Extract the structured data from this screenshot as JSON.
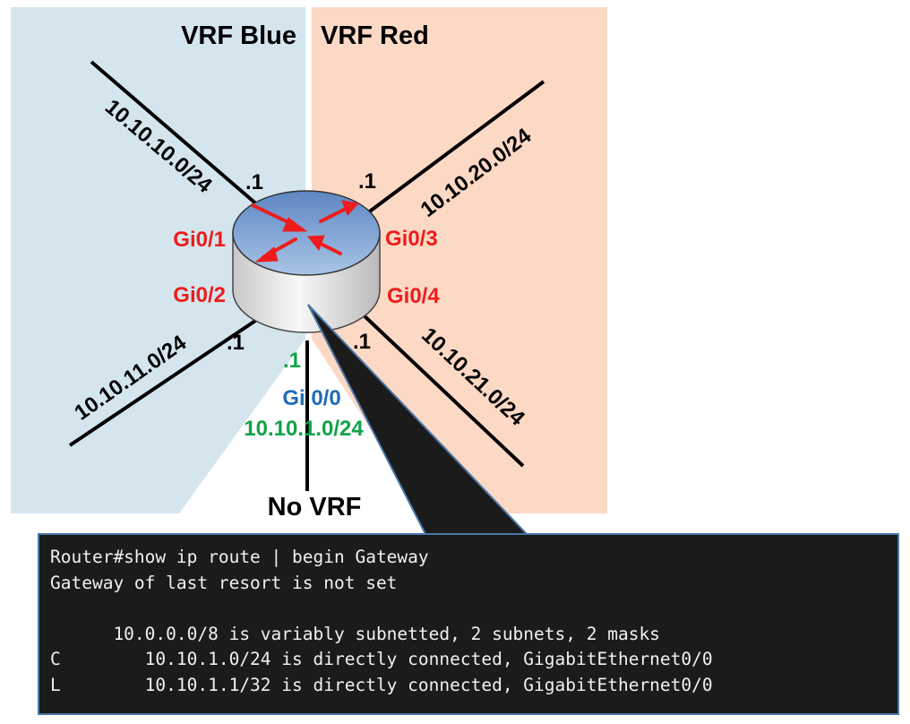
{
  "zones": {
    "blue": {
      "title": "VRF Blue",
      "color": "#d5e5ee"
    },
    "red": {
      "title": "VRF Red",
      "color": "#fcd9c4"
    },
    "none": {
      "title": "No VRF"
    }
  },
  "router": {
    "name": "router-icon",
    "top_color": "#7aa2d4",
    "body_color": "#e6e6e6"
  },
  "links": {
    "gi0_1": {
      "interface": "Gi0/1",
      "subnet": "10.10.10.0/24",
      "host": ".1"
    },
    "gi0_2": {
      "interface": "Gi0/2",
      "subnet": "10.10.11.0/24",
      "host": ".1"
    },
    "gi0_3": {
      "interface": "Gi0/3",
      "subnet": "10.10.20.0/24",
      "host": ".1"
    },
    "gi0_4": {
      "interface": "Gi0/4",
      "subnet": "10.10.21.0/24",
      "host": ".1"
    },
    "gi0_0": {
      "interface": "Gi 0/0",
      "subnet": "10.10.1.0/24",
      "host": ".1"
    }
  },
  "colors": {
    "interface_red": "#ee1c1c",
    "interface_blue": "#1f6db4",
    "green": "#12a34a",
    "terminal_bg": "#1b1b1b",
    "terminal_border": "#4a76a8"
  },
  "terminal": {
    "lines": [
      "Router#show ip route | begin Gateway",
      "Gateway of last resort is not set",
      "",
      "      10.0.0.0/8 is variably subnetted, 2 subnets, 2 masks",
      "C        10.10.1.0/24 is directly connected, GigabitEthernet0/0",
      "L        10.10.1.1/32 is directly connected, GigabitEthernet0/0"
    ]
  }
}
